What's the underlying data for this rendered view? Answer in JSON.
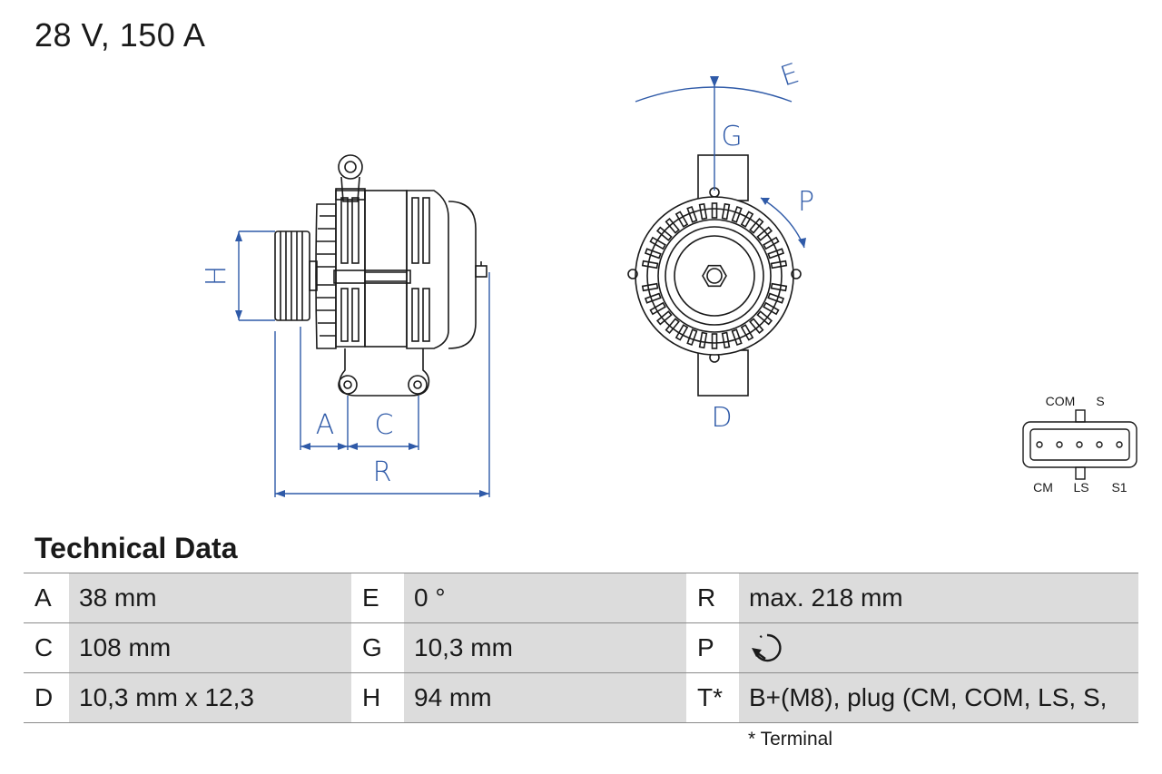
{
  "headline": "28 V, 150 A",
  "dimension_labels": {
    "A": "A",
    "C": "C",
    "R": "R",
    "H": "H",
    "E": "E",
    "G": "G",
    "P": "P",
    "D": "D"
  },
  "connector": {
    "top": [
      "COM",
      "S"
    ],
    "bottom": [
      "CM",
      "LS",
      "S1"
    ]
  },
  "section_title": "Technical Data",
  "rows": [
    [
      {
        "key": "A",
        "value": "38 mm"
      },
      {
        "key": "E",
        "value": "0 °"
      },
      {
        "key": "R",
        "value": "max. 218 mm"
      }
    ],
    [
      {
        "key": "C",
        "value": "108 mm"
      },
      {
        "key": "G",
        "value": "10,3 mm"
      },
      {
        "key": "P",
        "value": "",
        "icon": "rotation-direction-icon"
      }
    ],
    [
      {
        "key": "D",
        "value": "10,3 mm x 12,3"
      },
      {
        "key": "H",
        "value": "94 mm"
      },
      {
        "key": "T*",
        "value": "B+(M8), plug (CM, COM, LS, S,"
      }
    ]
  ],
  "footnote": "* Terminal",
  "colors": {
    "dimension": "#2f5aa8",
    "line": "#1a1a1a",
    "cell_bg": "#dcdcdc"
  }
}
